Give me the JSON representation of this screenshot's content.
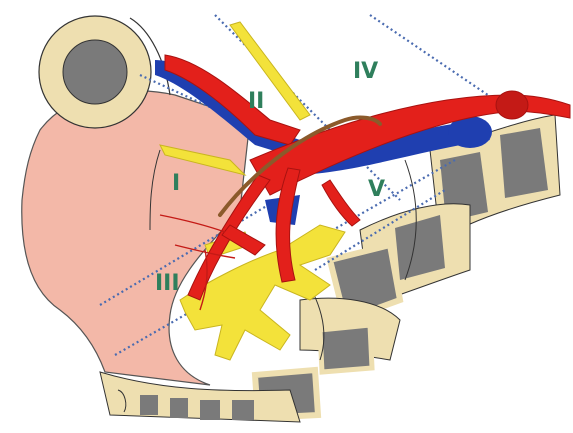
{
  "colors": {
    "background": "#ffffff",
    "tissue": "#f3b8a8",
    "bone_cortex": "#eedfb0",
    "bone_marrow": "#7a7a7a",
    "artery": "#e3201b",
    "vein": "#1f3fb0",
    "nerve": "#f3e23a",
    "instrument": "#8b5a2b",
    "divider_line": "#4a6bb0",
    "label": "#2f7f5c"
  },
  "labels": {
    "zone_1": "I",
    "zone_2": "II",
    "zone_3": "III",
    "zone_4": "IV",
    "zone_5": "V"
  }
}
